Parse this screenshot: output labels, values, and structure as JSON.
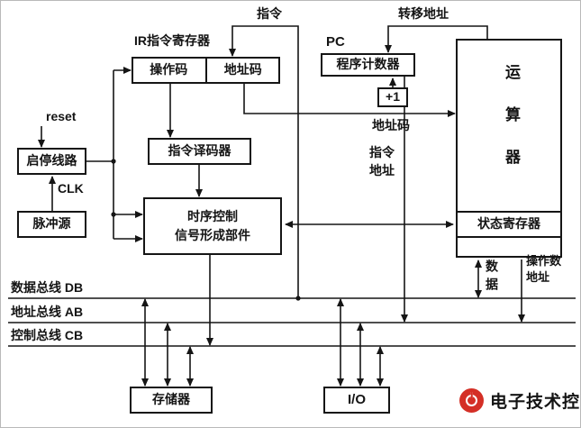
{
  "diagram": {
    "top_labels": {
      "instruction": "指令",
      "branch_address": "转移地址"
    },
    "ir": {
      "title": "IR指令寄存器",
      "opcode": "操作码",
      "addr_code": "地址码"
    },
    "pc": {
      "tag": "PC",
      "name": "程序计数器",
      "increment": "+1"
    },
    "alu": {
      "name": "运算器"
    },
    "status_register": {
      "name": "状态寄存器"
    },
    "control": {
      "reset": "reset",
      "start_stop": "启停线路",
      "clk": "CLK",
      "pulse_source": "脉冲源",
      "decoder": "指令译码器",
      "timing_line1": "时序控制",
      "timing_line2": "信号形成部件"
    },
    "signal_labels": {
      "address_code": "地址码",
      "instr_addr_1": "指令",
      "instr_addr_2": "地址",
      "data": "数据",
      "operand_addr_1": "操作数",
      "operand_addr_2": "地址"
    },
    "buses": {
      "db": "数据总线 DB",
      "ab": "地址总线 AB",
      "cb": "控制总线 CB"
    },
    "devices": {
      "memory": "存储器",
      "io": "I/O"
    },
    "watermark": {
      "text": "电子技术控"
    },
    "colors": {
      "line": "#151515",
      "logo_red": "#d42f26"
    }
  }
}
